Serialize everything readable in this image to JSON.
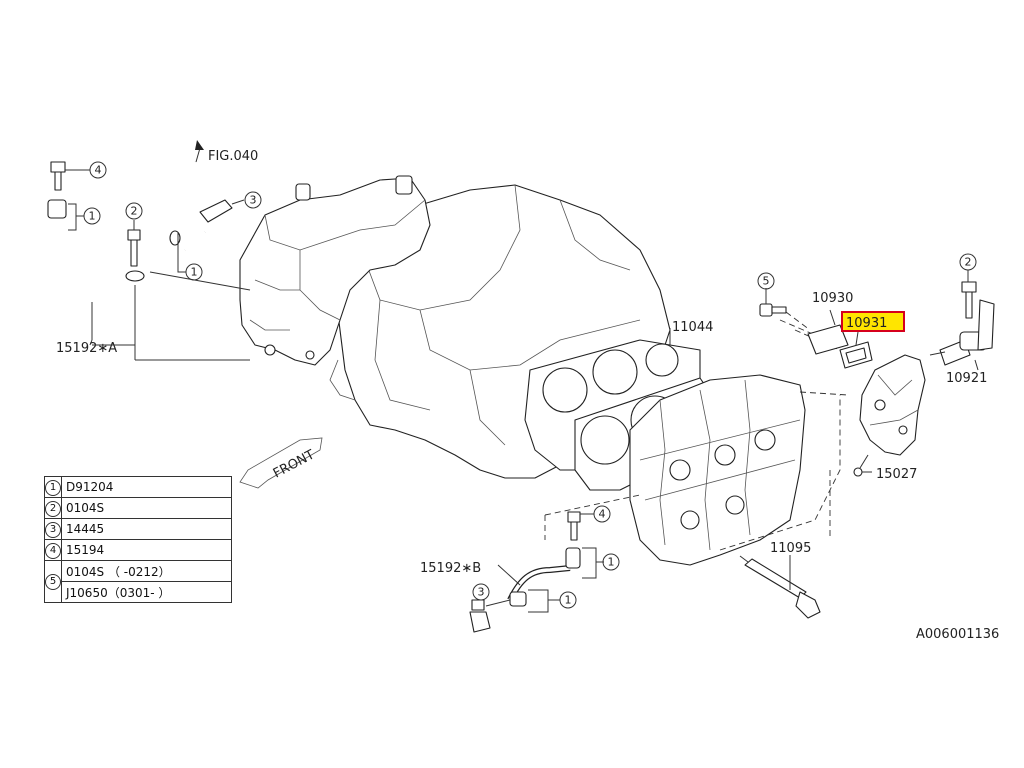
{
  "labels": {
    "fig_ref": "FIG.040",
    "hose_a": "15192∗A",
    "hose_b": "15192∗B",
    "p10930": "10930",
    "p10931": "10931",
    "p11044": "11044",
    "p10921": "10921",
    "p15027": "15027",
    "p11095": "11095",
    "front": "FRONT",
    "diagram_id": "A006001136"
  },
  "callouts": {
    "c1": "1",
    "c2": "2",
    "c3": "3",
    "c4": "4",
    "c5": "5"
  },
  "highlight": {
    "part": "10931",
    "fill": "#ffe500",
    "border": "#d6001c"
  },
  "legend": {
    "rows": [
      {
        "num": "1",
        "text": "D91204"
      },
      {
        "num": "2",
        "text": "0104S"
      },
      {
        "num": "3",
        "text": "14445"
      },
      {
        "num": "4",
        "text": "15194"
      }
    ],
    "row5": {
      "num": "5",
      "line1": "0104S （ -0212）",
      "line2": "J10650（0301- ）"
    }
  }
}
